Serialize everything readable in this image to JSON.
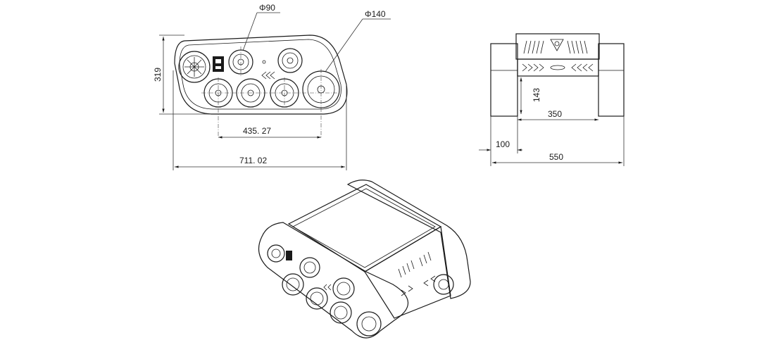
{
  "side_view": {
    "dims": {
      "height": "319",
      "wheelbase": "435. 27",
      "length": "711. 02",
      "small_wheel_dia": "Φ90",
      "drive_wheel_dia": "Φ140"
    }
  },
  "front_view": {
    "dims": {
      "ground_clearance": "143",
      "inner_width": "350",
      "track_width": "100",
      "total_width": "550"
    }
  }
}
